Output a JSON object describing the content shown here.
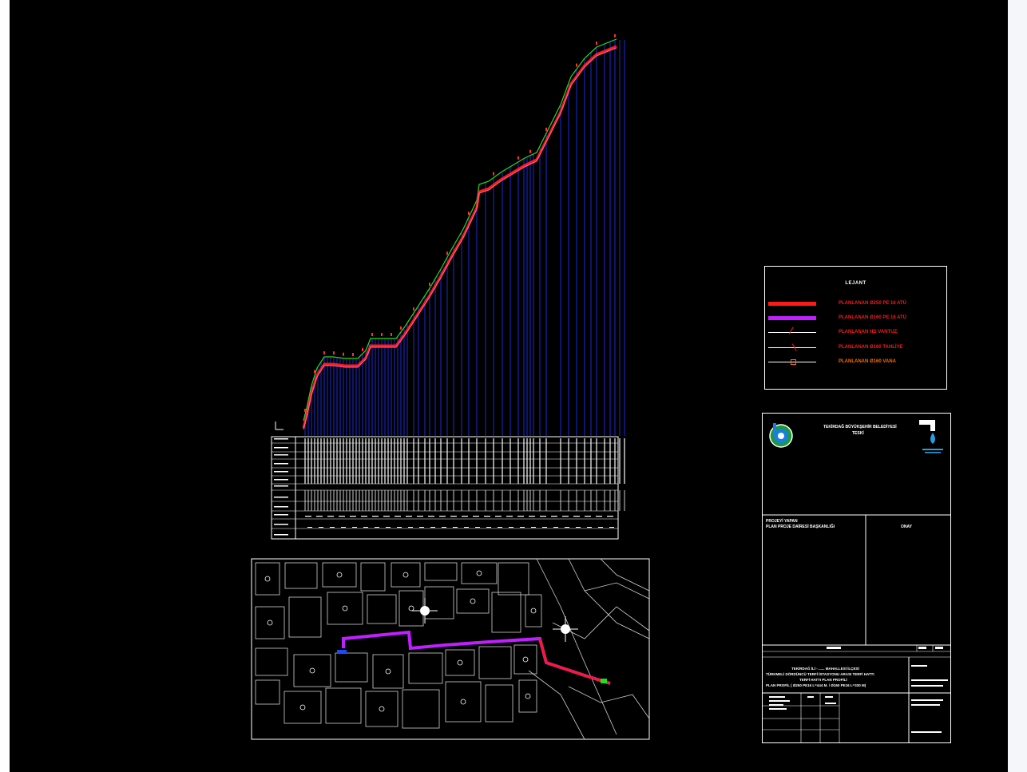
{
  "window": {
    "background": "#000000",
    "frame": "#ffffff"
  },
  "legend": {
    "title": "LEJANT",
    "items": [
      {
        "label": "PLANLANAN Ø250 PE 16 ATÜ",
        "color": "#ff1a1a",
        "style": "thick-red-line"
      },
      {
        "label": "PLANLANAN Ø160 PE 16 ATÜ",
        "color": "#c020ff",
        "style": "thick-purple-line"
      },
      {
        "label": "PLANLANAN HD VANTUZ",
        "color": "#ff1a1a",
        "style": "symbol-air-valve"
      },
      {
        "label": "PLANLANAN Ø160 TAHLİYE",
        "color": "#ff1a1a",
        "style": "symbol-drain"
      },
      {
        "label": "PLANLANAN Ø160 VANA",
        "color": "#ff6a00",
        "style": "symbol-valve"
      }
    ]
  },
  "titleblock": {
    "institution_line1": "TEKİRDAĞ BÜYÜKŞEHİR BELEDİYESİ",
    "institution_line2": "TESKİ",
    "project_by_label": "PROJEYİ YAPAN",
    "project_by_value": "PLAN PROJE DAİRESİ BAŞKANLIĞI",
    "approval_label": "ONAY",
    "desc_line1": "TEKİRDAĞ İLİ - ...... MAHALLESİ İLÇESİ",
    "desc_line2": "TÜRKMELİ DÖRDÜNCÜ TERFİ İSTASYONU ARASI TERFİ HATTI",
    "desc_line3": "TERFİ HATTI PLAN PROFİLİ",
    "desc_line4": "PLAN PROFİL ( Ø250 PE16 L=444 M. / Ø160 PE16 L=330 M)"
  },
  "icons": {
    "logo_left": "municipality-logo-icon",
    "logo_right": "water-tap-logo-icon",
    "north_arrow": "north-arrow-icon"
  }
}
